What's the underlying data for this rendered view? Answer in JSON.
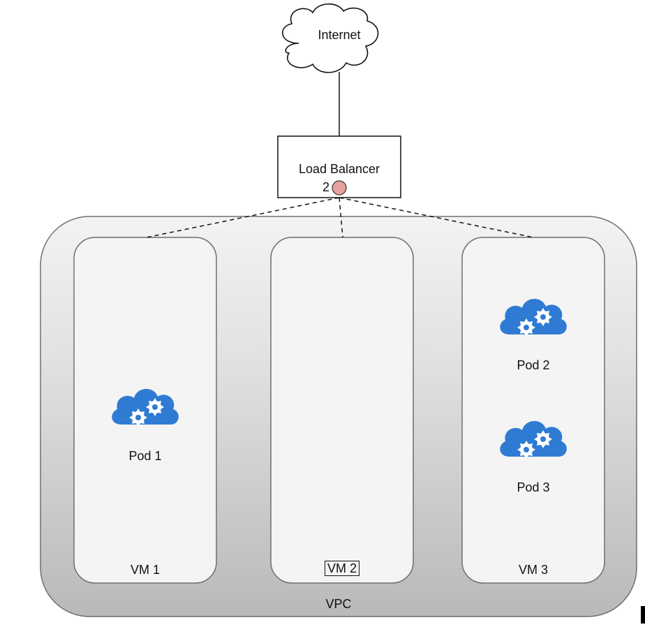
{
  "diagram": {
    "internet": {
      "label": "Internet"
    },
    "load_balancer": {
      "label": "Load Balancer",
      "badge_number": "2",
      "badge_color": "#e8a0a0"
    },
    "vpc": {
      "label": "VPC"
    },
    "vms": [
      {
        "label": "VM 1",
        "pods": [
          {
            "label": "Pod 1"
          }
        ]
      },
      {
        "label": "VM 2",
        "pods": []
      },
      {
        "label": "VM 3",
        "pods": [
          {
            "label": "Pod 2"
          },
          {
            "label": "Pod 3"
          }
        ]
      }
    ],
    "colors": {
      "pod_icon": "#2f7bd3",
      "vpc_fill": "#c8c8c8",
      "vm_fill": "#f4f4f4",
      "stroke": "#666666"
    }
  }
}
